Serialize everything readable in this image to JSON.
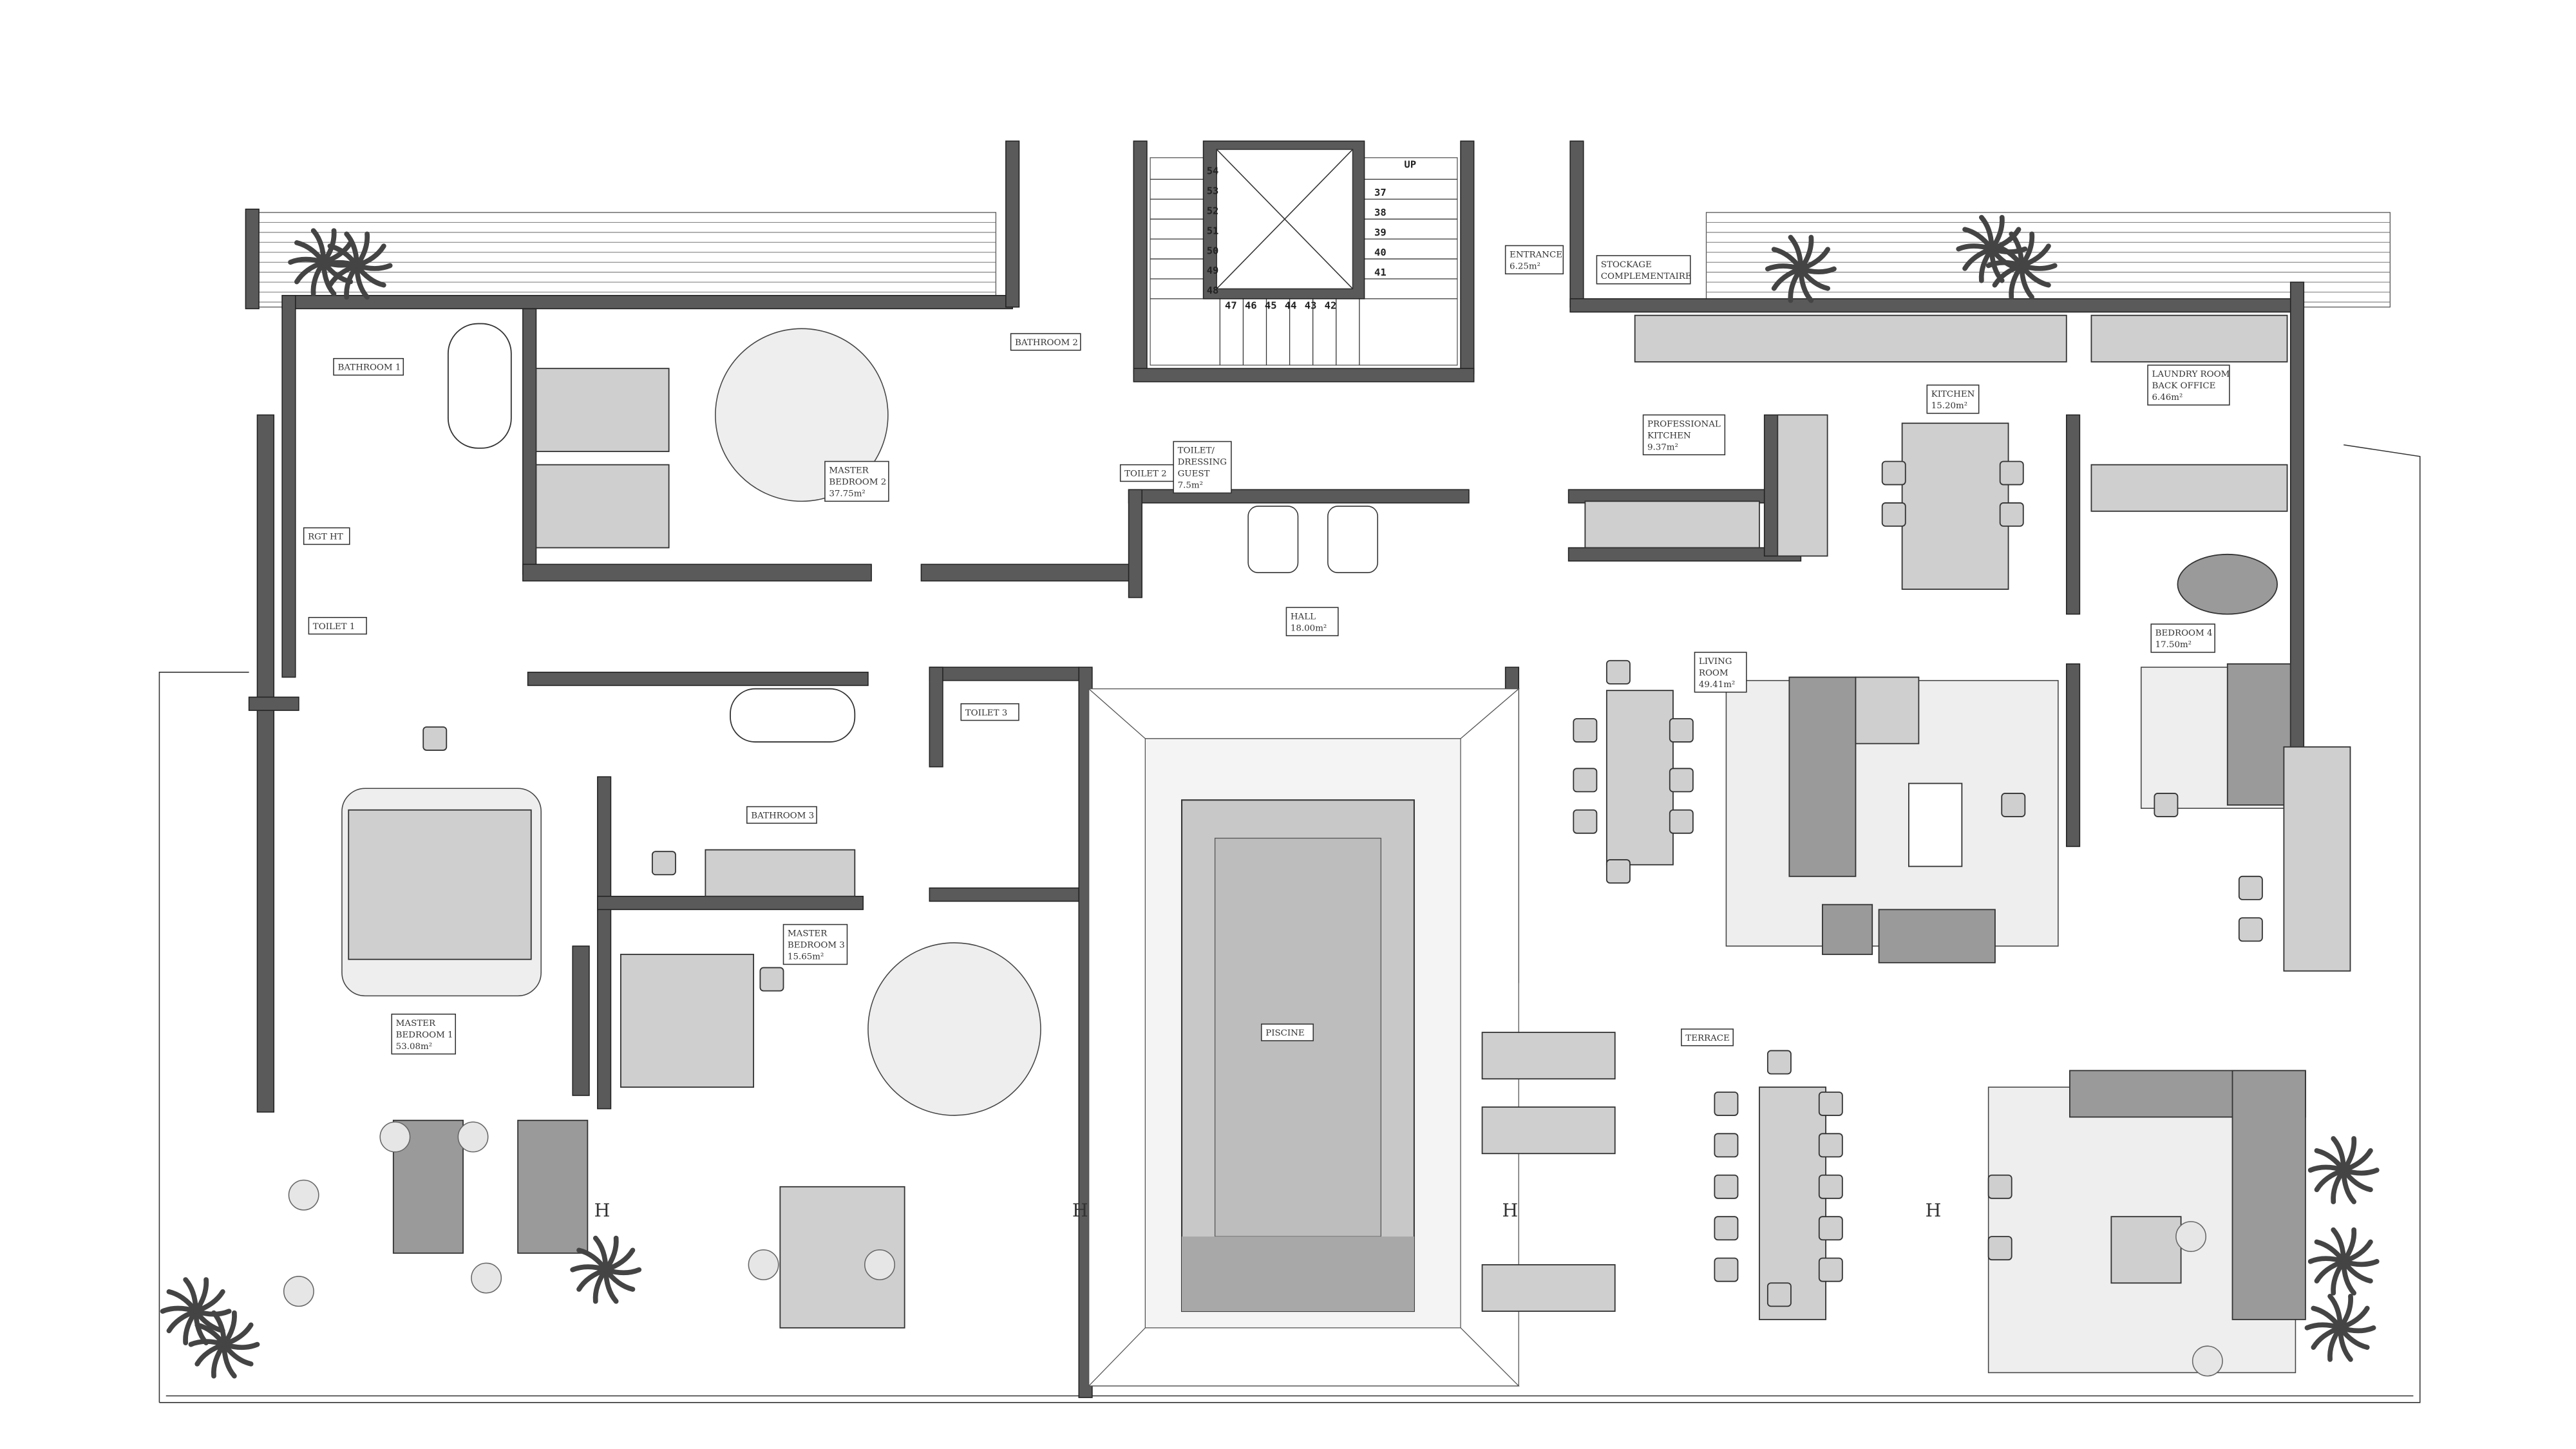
{
  "plan": {
    "rooms": {
      "bathroom1": {
        "name": "BATHROOM 1"
      },
      "rgt_ht": {
        "name": "RGT HT"
      },
      "toilet1": {
        "name": "TOILET 1"
      },
      "master_bedroom2": {
        "name1": "MASTER",
        "name2": "BEDROOM 2",
        "area": "37.75m²"
      },
      "bathroom2": {
        "name": "BATHROOM 2"
      },
      "toilet2": {
        "name": "TOILET 2"
      },
      "toilet_guest": {
        "name1": "TOILET/",
        "name2": "DRESSING",
        "name3": "GUEST",
        "area": "7.5m²"
      },
      "hall": {
        "name": "HALL",
        "area": "18.00m²"
      },
      "entrance": {
        "name": "ENTRANCE",
        "area": "6.25m²"
      },
      "stockage": {
        "name1": "STOCKAGE",
        "name2": "COMPLEMENTAIRE"
      },
      "professional_kitchen": {
        "name1": "PROFESSIONAL",
        "name2": "KITCHEN",
        "area": "9.37m²"
      },
      "kitchen": {
        "name": "KITCHEN",
        "area": "15.20m²"
      },
      "laundry": {
        "name1": "LAUNDRY ROOM",
        "name2": "BACK OFFICE",
        "area": "6.46m²"
      },
      "living_room": {
        "name1": "LIVING",
        "name2": "ROOM",
        "area": "49.41m²"
      },
      "bedroom4": {
        "name": "BEDROOM 4",
        "area": "17.50m²"
      },
      "toilet3": {
        "name": "TOILET 3"
      },
      "bathroom3": {
        "name": "BATHROOM 3"
      },
      "master_bedroom3": {
        "name1": "MASTER",
        "name2": "BEDROOM 3",
        "area": "15.65m²"
      },
      "master_bedroom1": {
        "name1": "MASTER",
        "name2": "BEDROOM 1",
        "area": "53.08m²"
      },
      "piscine": {
        "name": "PISCINE"
      },
      "terrace": {
        "name": "TERRACE"
      }
    },
    "stairs": {
      "up_label": "UP",
      "left_steps": [
        "54",
        "53",
        "52",
        "51",
        "50",
        "49",
        "48"
      ],
      "bottom_steps": [
        "47",
        "46",
        "45",
        "44",
        "43",
        "42"
      ],
      "right_steps": [
        "37",
        "38",
        "39",
        "40",
        "41"
      ]
    },
    "section_marks": [
      "H",
      "H",
      "H",
      "H"
    ],
    "colors": {
      "wall": "#5a5a5a",
      "furniture": "#cfcfcf",
      "pool": "#c8c8c8",
      "pool_inner": "#a8a8a8"
    }
  }
}
